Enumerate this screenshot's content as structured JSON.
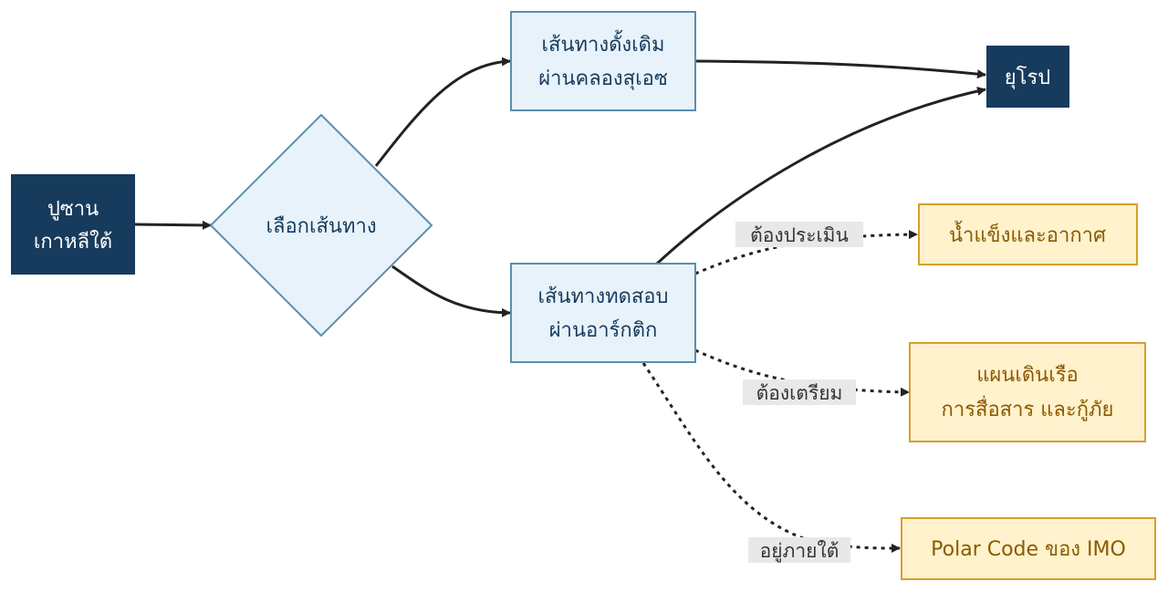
{
  "colors": {
    "dark_fill": "#173b5c",
    "light_fill": "#e8f2fa",
    "light_stroke": "#5b8eae",
    "orange_fill": "#fff2cc",
    "orange_stroke": "#d6a02a",
    "edge": "#222222",
    "label_bg": "#e8e8e8"
  },
  "nodes": {
    "busan": {
      "lines": [
        "ปูซาน",
        "เกาหลีใต้"
      ]
    },
    "choose": {
      "lines": [
        "เลือกเส้นทาง"
      ]
    },
    "suez": {
      "lines": [
        "เส้นทางดั้งเดิม",
        "ผ่านคลองสุเอซ"
      ]
    },
    "arctic": {
      "lines": [
        "เส้นทางทดสอบ",
        "ผ่านอาร์กติก"
      ]
    },
    "europe": {
      "lines": [
        "ยุโรป"
      ]
    },
    "ice": {
      "lines": [
        "น้ำแข็งและอากาศ"
      ]
    },
    "plans": {
      "lines": [
        "แผนเดินเรือ",
        "การสื่อสาร และกู้ภัย"
      ]
    },
    "polar": {
      "lines": [
        "Polar Code ของ IMO"
      ]
    }
  },
  "edge_labels": {
    "assess": "ต้องประเมิน",
    "prepare": "ต้องเตรียม",
    "under": "อยู่ภายใต้"
  }
}
